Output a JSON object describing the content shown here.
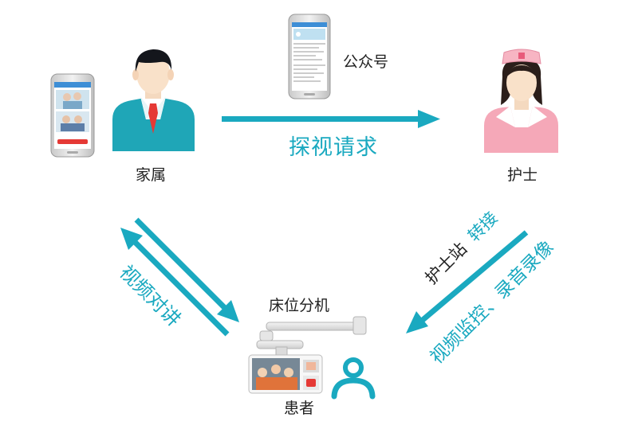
{
  "nodes": {
    "family": "家属",
    "nurse": "护士",
    "public_account": "公众号",
    "bedside_unit": "床位分机",
    "patient": "患者"
  },
  "edges": {
    "visit_request": "探视请求",
    "video_call": "视频对讲",
    "nurse_station_prefix": "护士站",
    "nurse_station_transfer": "转接",
    "monitoring": "视频监控、录音录像"
  },
  "colors": {
    "arrow": "#1aa9c0",
    "family_suit": "#1fa6b7",
    "nurse_uniform": "#f5a8b8",
    "patient_icon": "#1aa9c0"
  }
}
